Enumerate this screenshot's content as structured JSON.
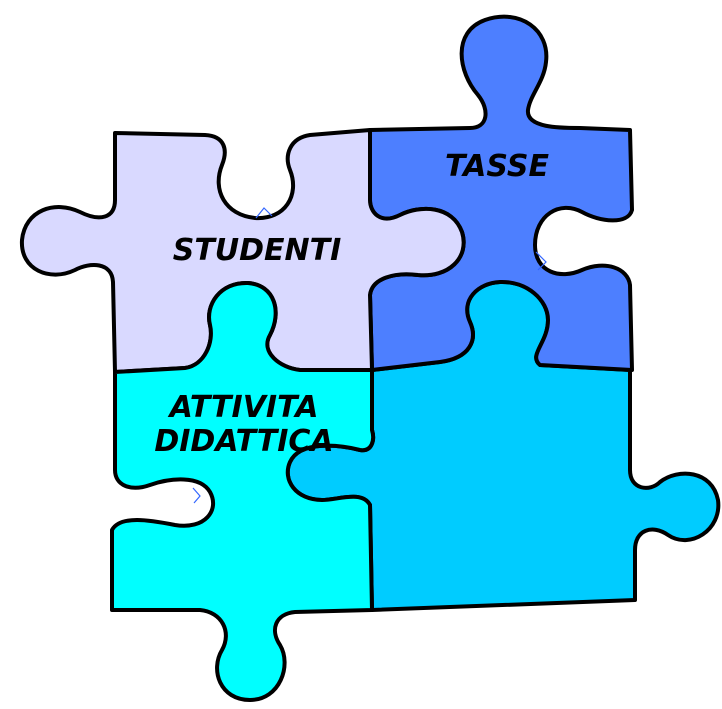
{
  "pieces": {
    "studenti": {
      "label": "STUDENTI",
      "color": "#d9d9ff"
    },
    "tasse": {
      "label": "TASSE",
      "color": "#4d7fff"
    },
    "attivita": {
      "label_line1": "ATTIVITA",
      "label_line2": "DIDATTICA",
      "color": "#00ffff"
    },
    "quarta": {
      "color": "#00ccff"
    }
  },
  "outline_color": "#000000"
}
